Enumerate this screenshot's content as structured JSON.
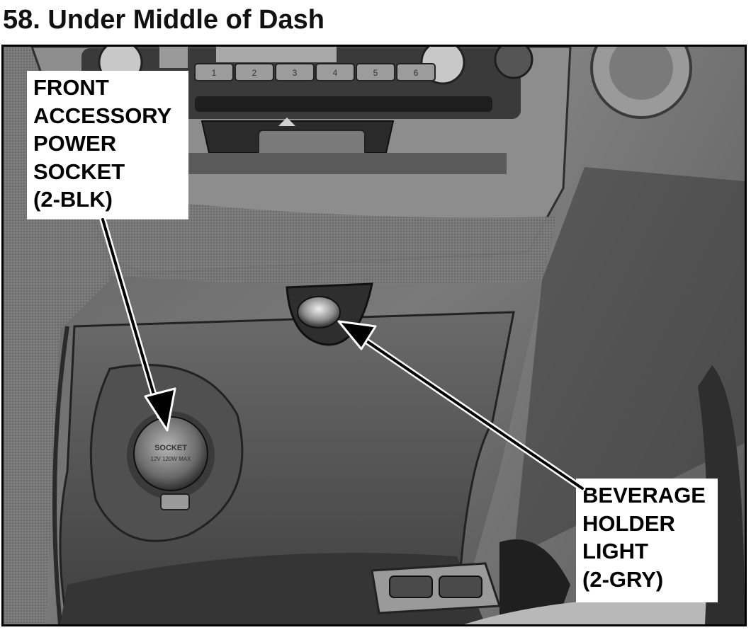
{
  "header": {
    "title": "58. Under Middle of Dash"
  },
  "photo": {
    "radio_presets": [
      "1",
      "2",
      "3",
      "4",
      "5",
      "6"
    ],
    "socket_cap_text": [
      "SOCKET",
      "12V 120W MAX"
    ]
  },
  "callouts": {
    "power_socket": {
      "lines": [
        "FRONT",
        "ACCESSORY",
        "POWER",
        "SOCKET",
        "(2-BLK)"
      ]
    },
    "beverage_light": {
      "lines": [
        "BEVERAGE",
        "HOLDER",
        "LIGHT",
        "(2-GRY)"
      ]
    }
  },
  "colors": {
    "frame": "#000000",
    "label_background": "#ffffff",
    "label_text": "#000000",
    "arrow": "#000000"
  }
}
